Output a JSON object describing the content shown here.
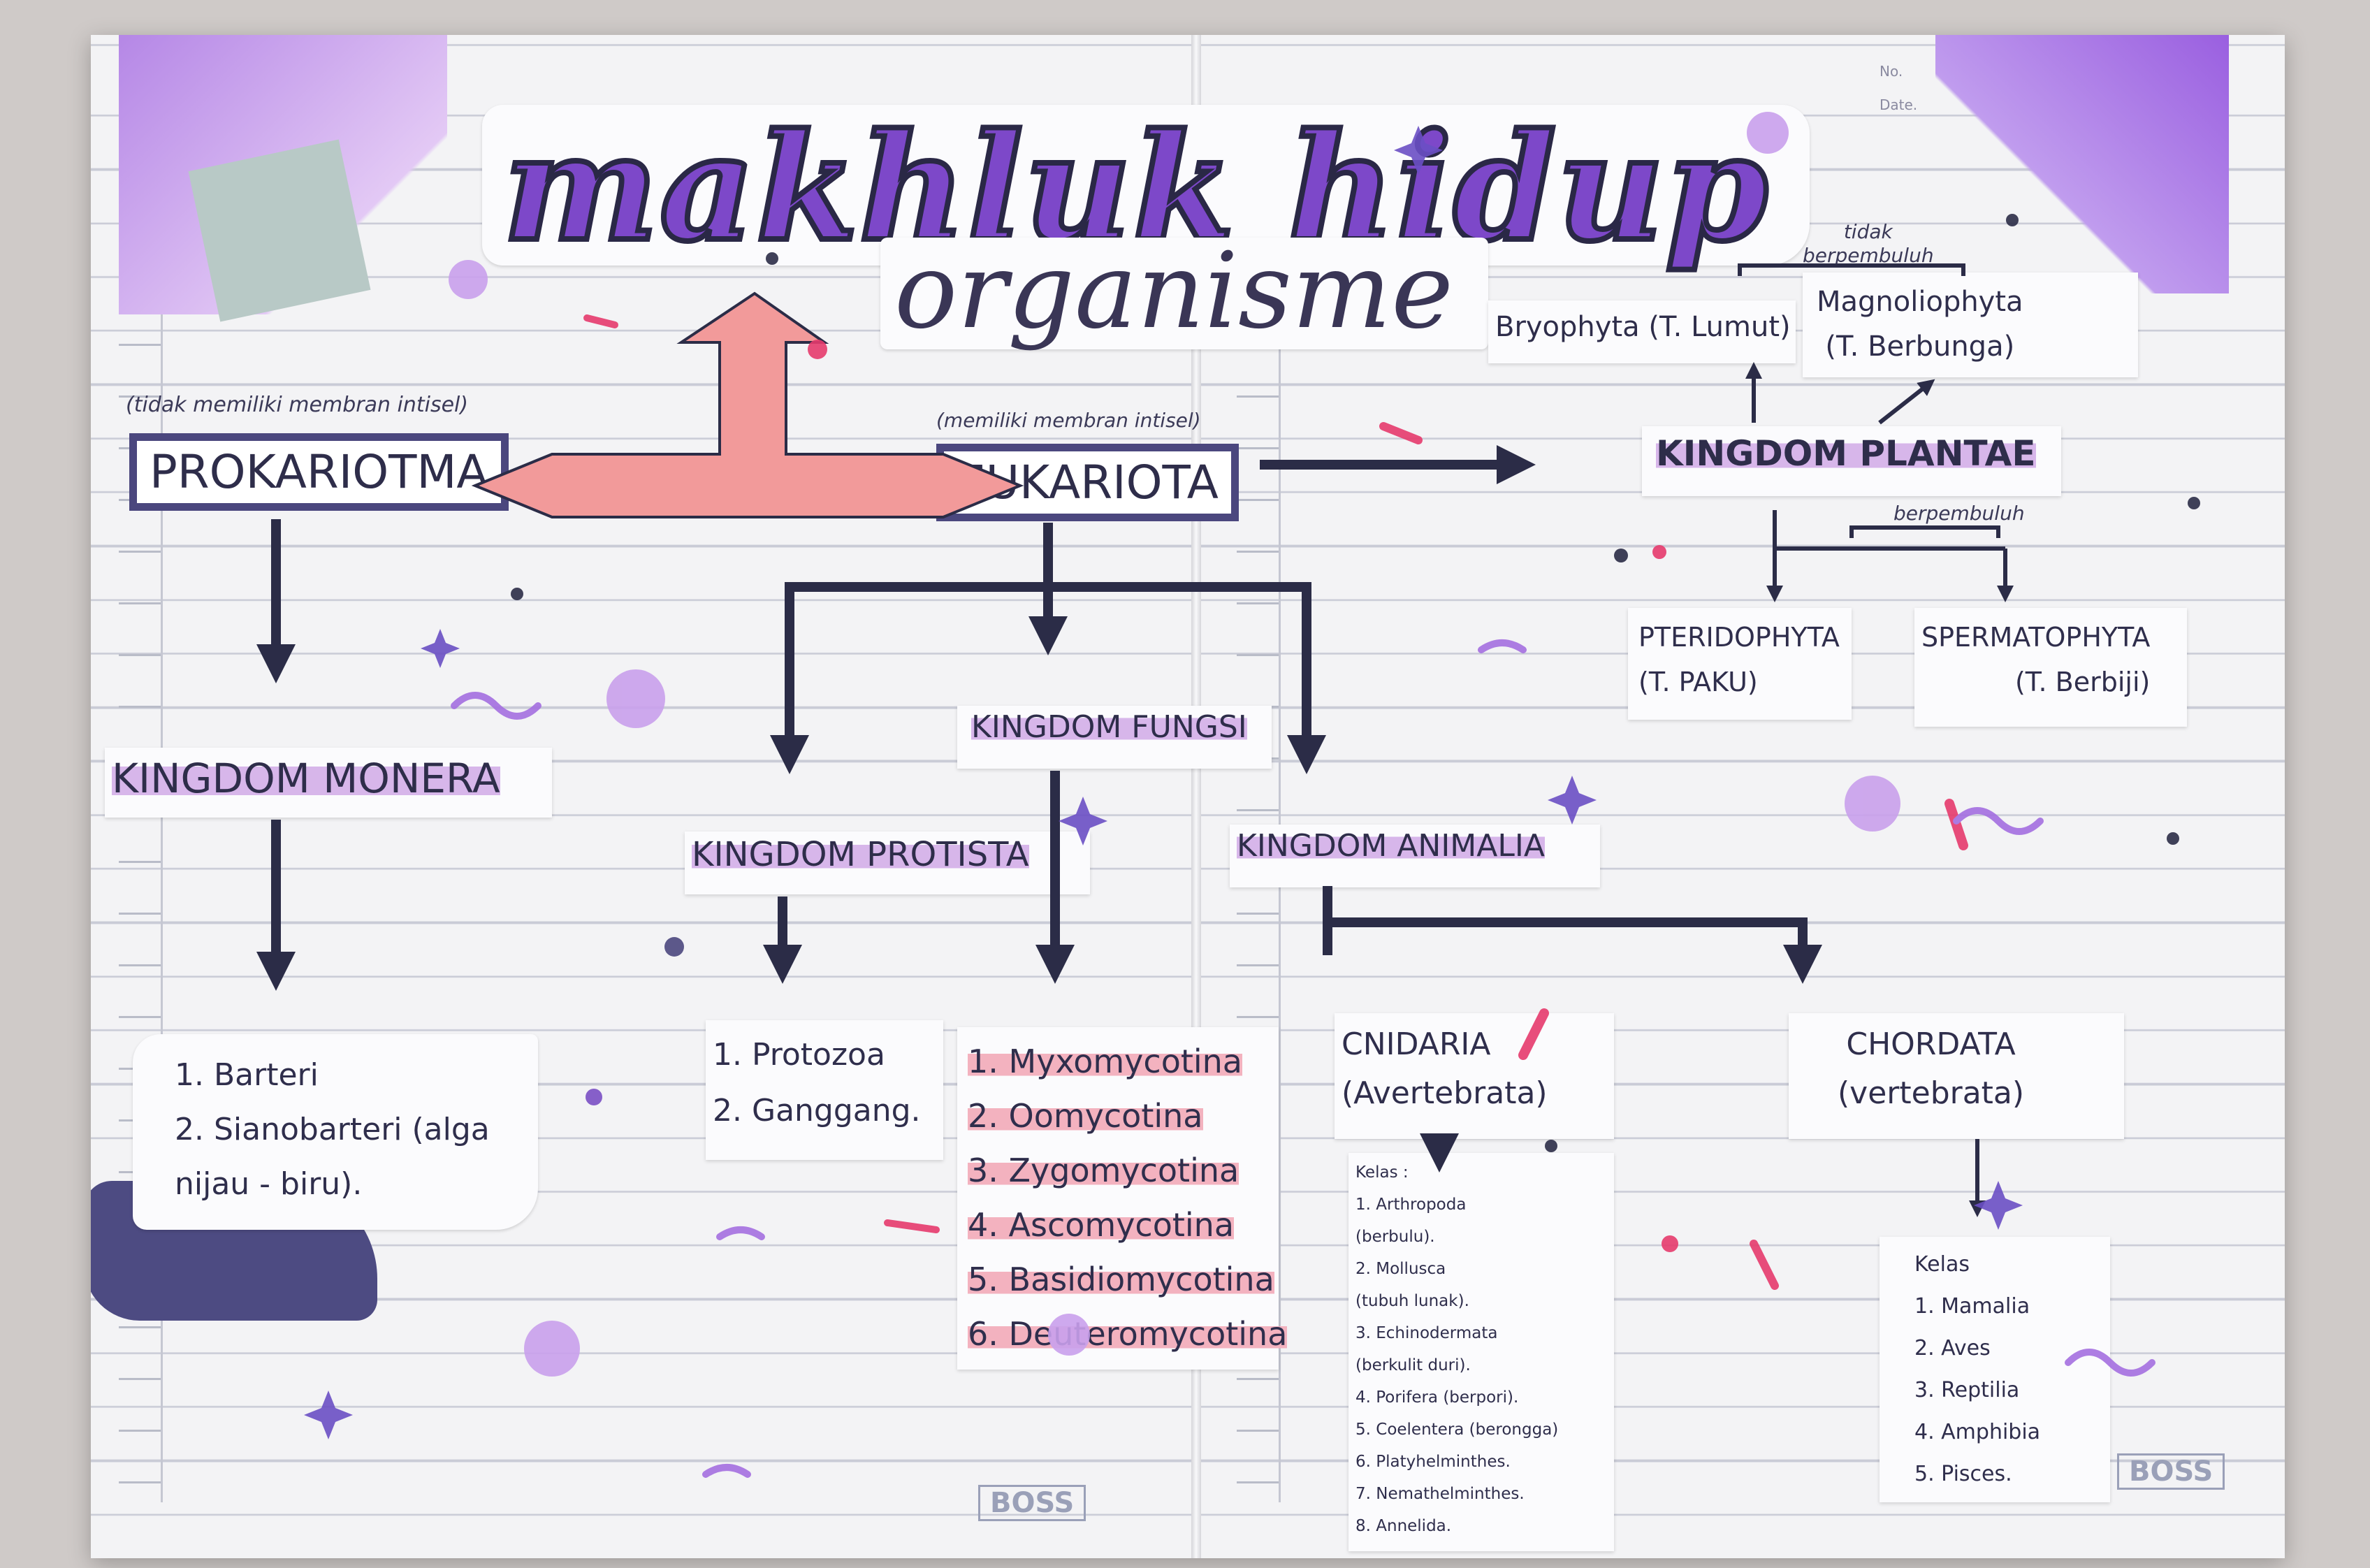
{
  "title": "makhluk hidup",
  "subtitle": "organisme",
  "prokariota": {
    "note": "(tidak memiliki membran intisel)",
    "label": "PROKARIOTMA"
  },
  "eukariota": {
    "note": "(memiliki membran intisel)",
    "label": "EUKARIOTA"
  },
  "monera": {
    "label": "KINGDOM MONERA",
    "items": [
      "1. Barteri",
      "2. Sianobarteri (alga",
      "nijau - biru)."
    ]
  },
  "protista": {
    "label": "KINGDOM PROTISTA",
    "items": [
      "1. Protozoa",
      "2. Ganggang."
    ]
  },
  "fungsi": {
    "label": "KINGDOM FUNGSI",
    "items": [
      "1. Myxomycotina",
      "2. Oomycotina",
      "3. Zygomycotina",
      "4. Ascomycotina",
      "5. Basidiomycotina",
      "6. Deuteromycotina"
    ]
  },
  "plantae": {
    "label": "KINGDOM PLANTAE",
    "tidak_note": [
      "tidak",
      "berpembuluh"
    ],
    "berpembuluh_note": "berpembuluh",
    "bryophyta": "Bryophyta (T. Lumut)",
    "magnoliophyta": [
      "Magnoliophyta",
      "(T. Berbunga)"
    ],
    "pteridophyta": [
      "PTERIDOPHYTA",
      "(T. PAKU)"
    ],
    "spermatophyta": [
      "SPERMATOPHYTA",
      "(T. Berbiji)"
    ]
  },
  "animalia": {
    "label": "KINGDOM ANIMALIA",
    "cnidaria": [
      "CNIDARIA",
      "(Avertebrata)"
    ],
    "chordata": [
      "CHORDATA",
      "(vertebrata)"
    ],
    "avert_classes": [
      "Kelas :",
      "1. Arthropoda",
      "(berbulu).",
      "2. Mollusca",
      "(tubuh lunak).",
      "3. Echinodermata",
      "(berkulit duri).",
      "4. Porifera (berpori).",
      "5. Coelentera (berongga)",
      "6. Platyhelminthes.",
      "7. Nemathelminthes.",
      "8. Annelida."
    ],
    "vert_classes": [
      "Kelas",
      "1. Mamalia",
      "2. Aves",
      "3. Reptilia",
      "4. Amphibia",
      "5. Pisces."
    ]
  },
  "brand": [
    "BOSS",
    "BOSS"
  ],
  "page_marks": [
    "No.",
    "Date."
  ],
  "colors": {
    "purple": "#9b6ad6",
    "navy": "#2b2c47",
    "salmon": "#f29a9a",
    "pink": "#e63b6d",
    "lavender": "#d7b6ea"
  }
}
